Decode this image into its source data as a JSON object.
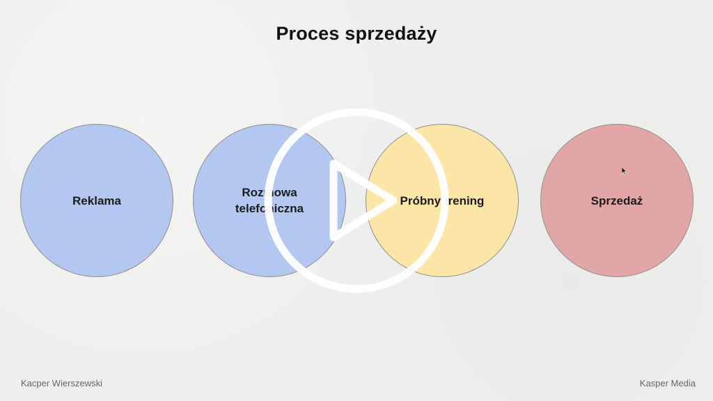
{
  "slide": {
    "title": "Proces sprzedaży",
    "steps": [
      {
        "label": "Reklama",
        "color": "#b3c7f0"
      },
      {
        "label": "Rozmowa\ntelefoniczna",
        "color": "#b3c7f0"
      },
      {
        "label": "Próbny trening",
        "color": "#fbe6a8"
      },
      {
        "label": "Sprzedaż",
        "color": "#e2a6a6"
      }
    ]
  },
  "footer": {
    "author": "Kacper Wierszewski",
    "brand": "Kasper Media"
  },
  "player": {
    "play_icon": "play-icon",
    "overlay_color": "#ffffff"
  }
}
